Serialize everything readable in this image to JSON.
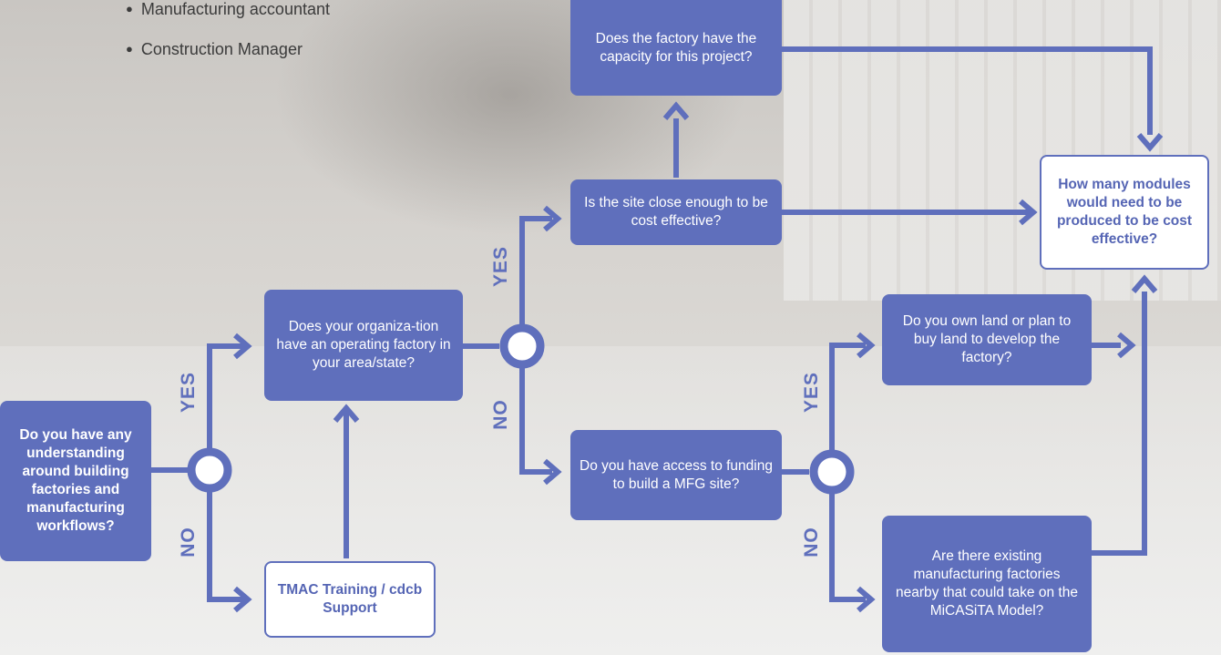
{
  "bullets": [
    "Manufacturing accountant",
    "Construction Manager"
  ],
  "nodes": {
    "start": "Do you have any understanding around building factories and manufacturing workflows?",
    "operating_factory": "Does your organiza-tion have an operating factory in your area/state?",
    "tmac": "TMAC Training / cdcb Support",
    "site_close": "Is the site close enough to be cost effective?",
    "capacity": "Does the factory have the capacity for this project?",
    "modules": "How many modules would need to be produced to be cost effective?",
    "funding": "Do you have access to funding to build a MFG site?",
    "own_land": "Do you own land or plan to buy land to develop the factory?",
    "existing": "Are there existing manufacturing factories nearby that could take on the MiCASiTA Model?"
  },
  "labels": {
    "yes": "YES",
    "no": "NO"
  },
  "colors": {
    "accent": "#5f6fbc",
    "outline_text": "#5565b4"
  }
}
